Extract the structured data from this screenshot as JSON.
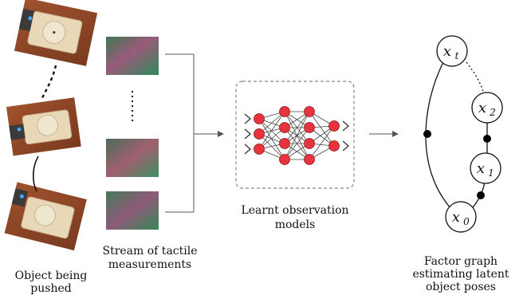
{
  "captions": {
    "object": [
      "Object being",
      "pushed"
    ],
    "tactile": [
      "Stream of tactile",
      "measurements"
    ],
    "network": [
      "Learnt observation",
      "models"
    ],
    "graph": [
      "Factor graph",
      "estimating latent",
      "object poses"
    ]
  },
  "nodes": {
    "xt": {
      "base": "x",
      "sub": "t"
    },
    "x2": {
      "base": "x",
      "sub": "2"
    },
    "x1": {
      "base": "x",
      "sub": "1"
    },
    "x0": {
      "base": "x",
      "sub": "0"
    }
  },
  "colors": {
    "neuron": "#e8333f",
    "neuron_stroke": "#8a1a1a",
    "box_border": "#888888",
    "line": "#333333",
    "factor": "#000000"
  }
}
